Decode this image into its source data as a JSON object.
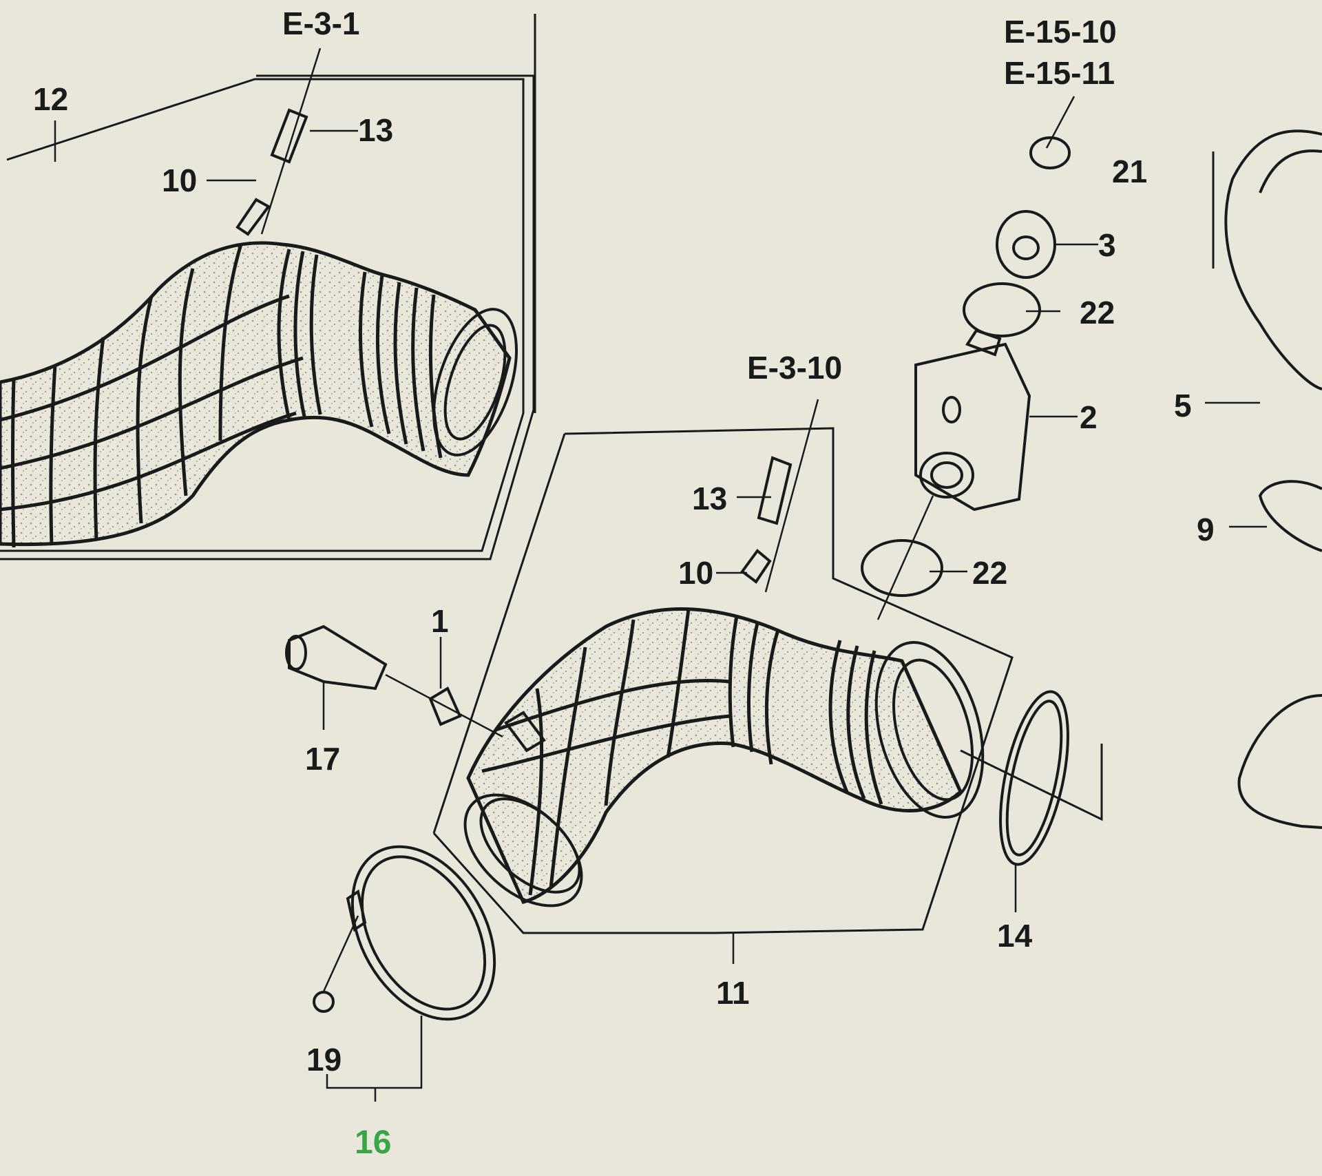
{
  "colors": {
    "background": "#e9e7dc",
    "ink": "#1a1a1a",
    "highlight": "#3aa545"
  },
  "references": {
    "ref_e3_1": "E-3-1",
    "ref_e3_10": "E-3-10",
    "ref_e15_10": "E-15-10",
    "ref_e15_11": "E-15-11"
  },
  "callouts": {
    "c1": "1",
    "c2": "2",
    "c3": "3",
    "c5": "5",
    "c9": "9",
    "c10_top": "10",
    "c10_mid": "10",
    "c11": "11",
    "c12": "12",
    "c13_top": "13",
    "c13_mid": "13",
    "c14": "14",
    "c16": "16",
    "c17": "17",
    "c19": "19",
    "c21": "21",
    "c22_top": "22",
    "c22_mid": "22"
  },
  "highlighted_part": "16"
}
